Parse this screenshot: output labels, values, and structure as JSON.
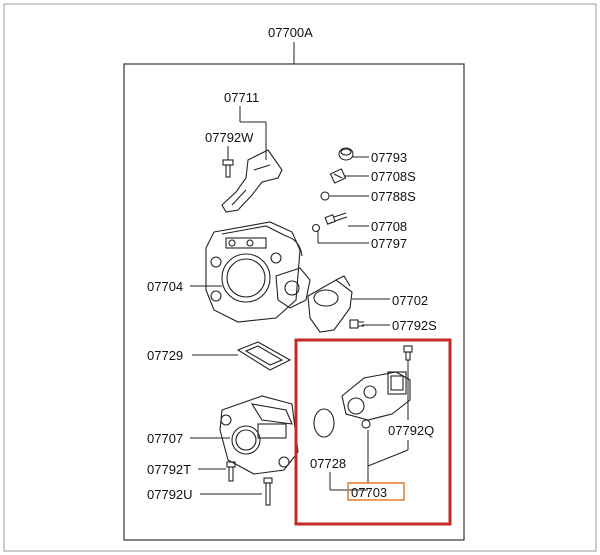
{
  "assembly_label": "07700A",
  "parts": {
    "p07711": "07711",
    "p07792W": "07792W",
    "p07793": "07793",
    "p07708S": "07708S",
    "p07788S": "07788S",
    "p07708": "07708",
    "p07797": "07797",
    "p07704": "07704",
    "p07702": "07702",
    "p07792S": "07792S",
    "p07729": "07729",
    "p07707": "07707",
    "p07792T": "07792T",
    "p07792U": "07792U",
    "p07728": "07728",
    "p07792Q": "07792Q",
    "p07703": "07703"
  },
  "colors": {
    "highlight": "#c62828",
    "selected_box": "#e07a2e",
    "ink": "#222222"
  }
}
